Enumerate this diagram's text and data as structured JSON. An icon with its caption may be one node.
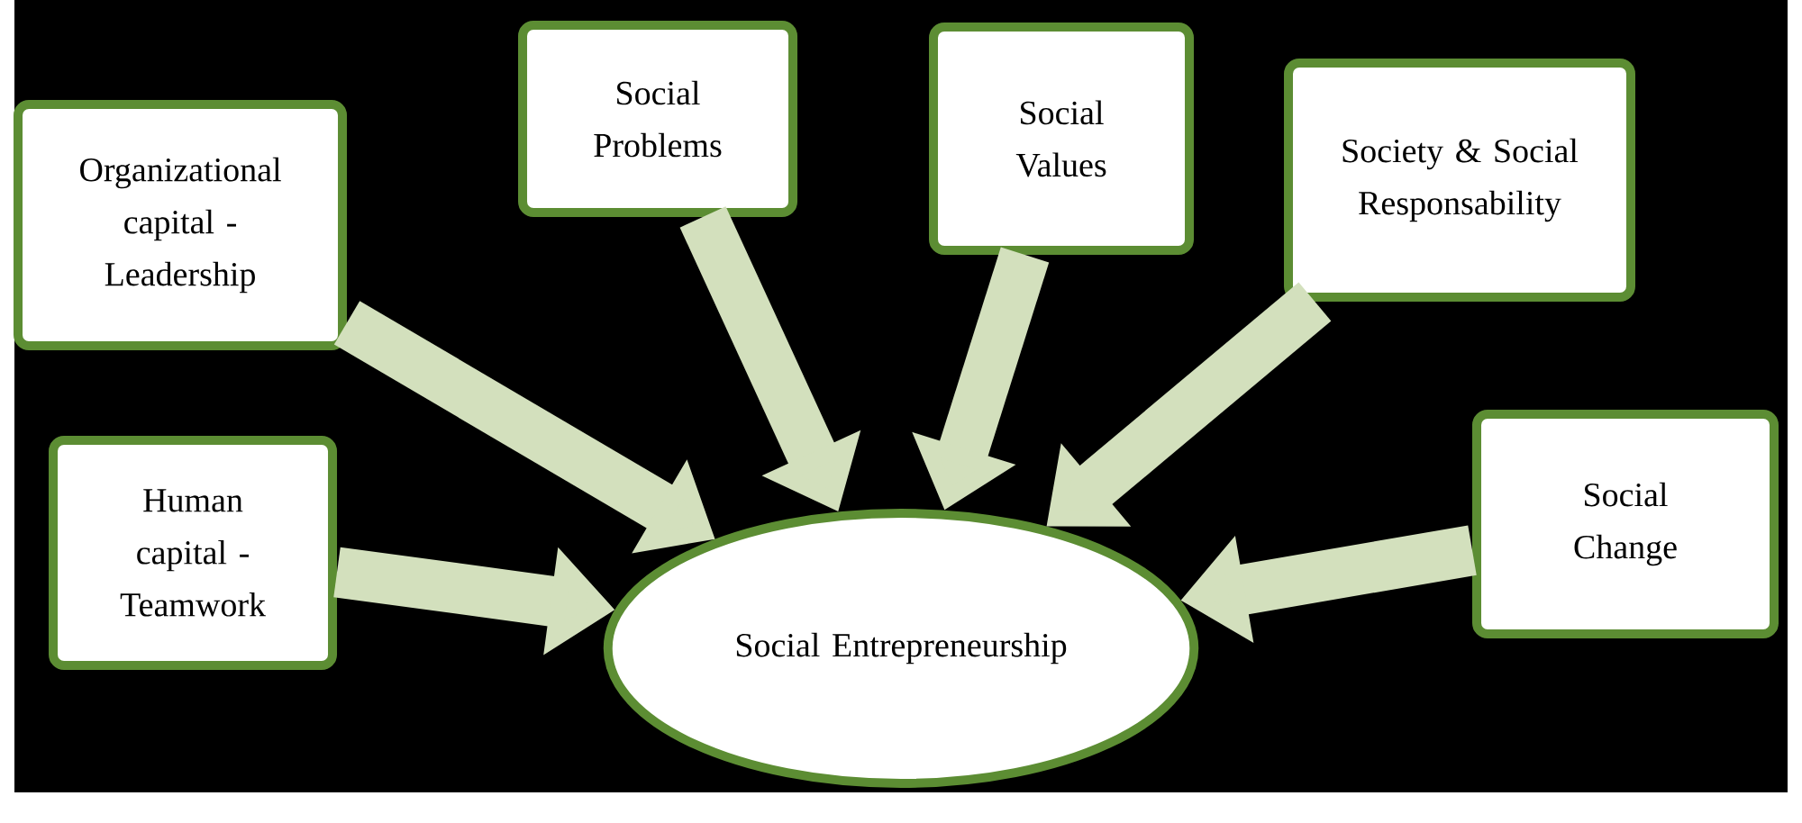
{
  "diagram": {
    "nodes": [
      {
        "text": [
          "Organizational capital - Leadership"
        ]
      },
      {
        "text": [
          "Social Problems"
        ]
      },
      {
        "text": [
          "Social Values"
        ]
      },
      {
        "text": [
          "Society & Social Responsability"
        ]
      },
      {
        "text": [
          "Human capital - Teamwork"
        ]
      },
      {
        "text": [
          "Social Change"
        ]
      },
      {
        "text": [
          "Social Entrepreneurship"
        ]
      }
    ],
    "edges": [
      {
        "from": 0,
        "to": 6,
        "arrow": "to"
      },
      {
        "from": 1,
        "to": 6,
        "arrow": "to"
      },
      {
        "from": 2,
        "to": 6,
        "arrow": "to"
      },
      {
        "from": 3,
        "to": 6,
        "arrow": "to"
      },
      {
        "from": 4,
        "to": 6,
        "arrow": "to"
      },
      {
        "from": 5,
        "to": 6,
        "arrow": "to"
      }
    ]
  }
}
